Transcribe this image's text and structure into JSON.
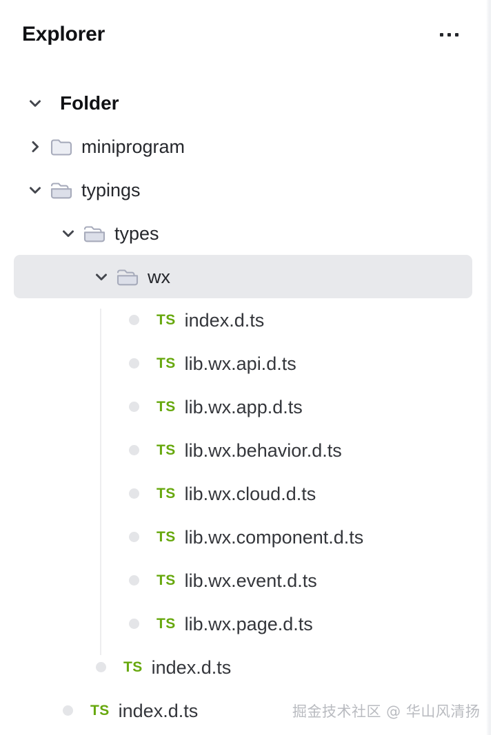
{
  "header": {
    "title": "Explorer",
    "more_actions_icon": "ellipsis-horizontal-icon",
    "more_actions_label": "..."
  },
  "colors": {
    "background": "#ffffff",
    "selected_row": "#e8e9ec",
    "ts_badge_green": "#67a80e",
    "folder_icon_outline": "#a7abbb",
    "folder_icon_fill": "#e9ebf2",
    "file_dot": "#e4e5e8",
    "text_primary": "#101114",
    "text_row": "#2d2f34",
    "indent_guide": "#ededef",
    "watermark": "#b9bbc0"
  },
  "tree": {
    "root": {
      "label": "Folder",
      "expanded": true,
      "chevron_icon": "chevron-down-icon"
    },
    "rows": [
      {
        "id": "miniprogram",
        "label": "miniprogram",
        "kind": "folder",
        "depth": 1,
        "expanded": false,
        "selected": false,
        "chevron_icon": "chevron-right-icon",
        "folder_icon": "folder-closed-icon"
      },
      {
        "id": "typings",
        "label": "typings",
        "kind": "folder",
        "depth": 1,
        "expanded": true,
        "selected": false,
        "chevron_icon": "chevron-down-icon",
        "folder_icon": "folder-open-icon"
      },
      {
        "id": "types",
        "label": "types",
        "kind": "folder",
        "depth": 2,
        "expanded": true,
        "selected": false,
        "chevron_icon": "chevron-down-icon",
        "folder_icon": "folder-open-icon"
      },
      {
        "id": "wx",
        "label": "wx",
        "kind": "folder",
        "depth": 3,
        "expanded": true,
        "selected": true,
        "chevron_icon": "chevron-down-icon",
        "folder_icon": "folder-open-icon"
      },
      {
        "id": "wx-index-d-ts",
        "label": "index.d.ts",
        "kind": "file",
        "depth": 4,
        "selected": false,
        "badge": "TS",
        "badge_icon": "typescript-file-icon",
        "dot_icon": "file-status-dot-icon"
      },
      {
        "id": "lib-wx-api-d-ts",
        "label": "lib.wx.api.d.ts",
        "kind": "file",
        "depth": 4,
        "selected": false,
        "badge": "TS",
        "badge_icon": "typescript-file-icon",
        "dot_icon": "file-status-dot-icon"
      },
      {
        "id": "lib-wx-app-d-ts",
        "label": "lib.wx.app.d.ts",
        "kind": "file",
        "depth": 4,
        "selected": false,
        "badge": "TS",
        "badge_icon": "typescript-file-icon",
        "dot_icon": "file-status-dot-icon"
      },
      {
        "id": "lib-wx-behavior-d-ts",
        "label": "lib.wx.behavior.d.ts",
        "kind": "file",
        "depth": 4,
        "selected": false,
        "badge": "TS",
        "badge_icon": "typescript-file-icon",
        "dot_icon": "file-status-dot-icon"
      },
      {
        "id": "lib-wx-cloud-d-ts",
        "label": "lib.wx.cloud.d.ts",
        "kind": "file",
        "depth": 4,
        "selected": false,
        "badge": "TS",
        "badge_icon": "typescript-file-icon",
        "dot_icon": "file-status-dot-icon"
      },
      {
        "id": "lib-wx-component-d-ts",
        "label": "lib.wx.component.d.ts",
        "kind": "file",
        "depth": 4,
        "selected": false,
        "badge": "TS",
        "badge_icon": "typescript-file-icon",
        "dot_icon": "file-status-dot-icon"
      },
      {
        "id": "lib-wx-event-d-ts",
        "label": "lib.wx.event.d.ts",
        "kind": "file",
        "depth": 4,
        "selected": false,
        "badge": "TS",
        "badge_icon": "typescript-file-icon",
        "dot_icon": "file-status-dot-icon"
      },
      {
        "id": "lib-wx-page-d-ts",
        "label": "lib.wx.page.d.ts",
        "kind": "file",
        "depth": 4,
        "selected": false,
        "badge": "TS",
        "badge_icon": "typescript-file-icon",
        "dot_icon": "file-status-dot-icon"
      },
      {
        "id": "types-index-d-ts",
        "label": "index.d.ts",
        "kind": "file",
        "depth": 3,
        "selected": false,
        "badge": "TS",
        "badge_icon": "typescript-file-icon",
        "dot_icon": "file-status-dot-icon"
      },
      {
        "id": "typings-index-d-ts",
        "label": "index.d.ts",
        "kind": "file",
        "depth": 2,
        "selected": false,
        "badge": "TS",
        "badge_icon": "typescript-file-icon",
        "dot_icon": "file-status-dot-icon"
      }
    ]
  },
  "watermark": {
    "text": "掘金技术社区 @ 华山风清扬"
  }
}
